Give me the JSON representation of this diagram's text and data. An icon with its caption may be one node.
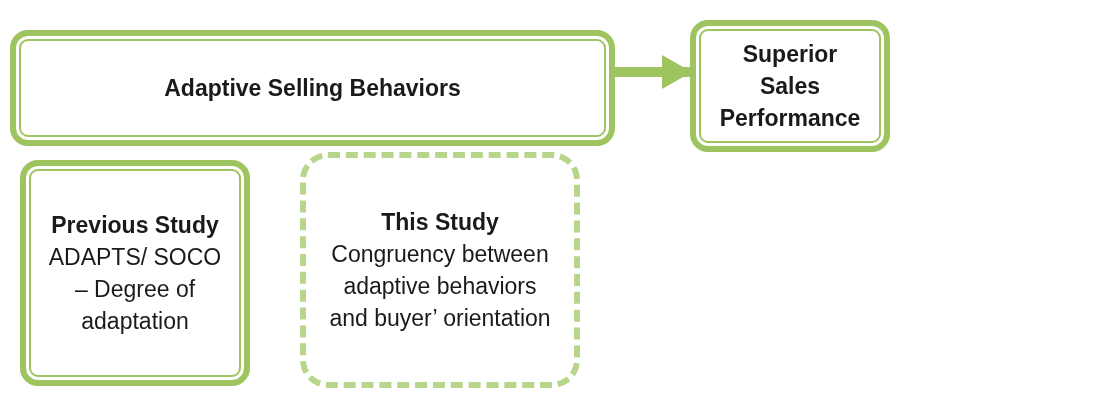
{
  "diagram": {
    "nodes": [
      {
        "text": [
          "Adaptive Selling Behaviors"
        ]
      },
      {
        "text": [
          "Superior Sales Performance"
        ]
      },
      {
        "text": [
          "Previous Study",
          "ADAPTS/ SOCO – Degree of adaptation"
        ]
      },
      {
        "text": [
          "This Study",
          "Congruency between adaptive behaviors and buyer’ orientation"
        ]
      }
    ],
    "edges": [
      {
        "from": 0,
        "to": 1,
        "arrow": "to"
      }
    ]
  }
}
